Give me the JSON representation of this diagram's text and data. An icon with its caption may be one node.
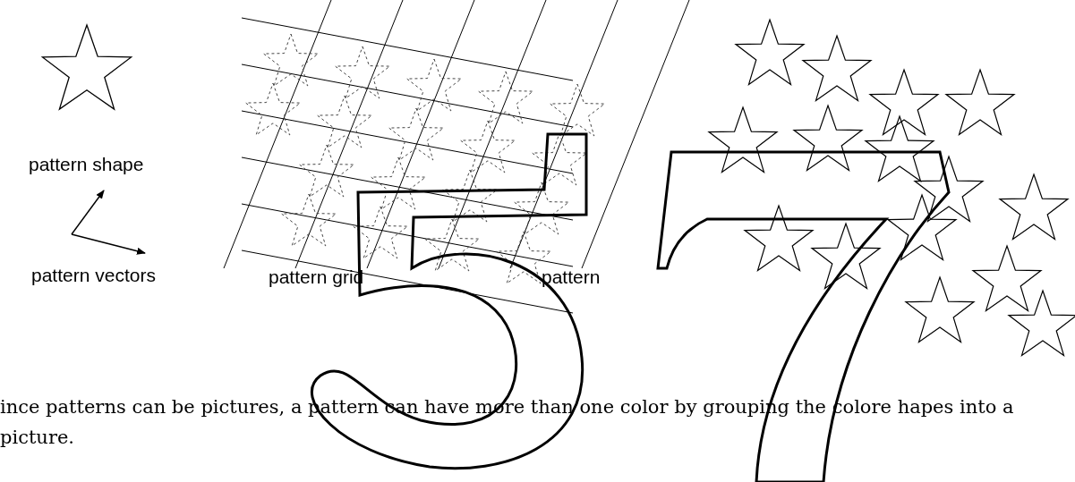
{
  "diagram": {
    "labels": [
      "pattern shape",
      "pattern vectors",
      "pattern grid",
      "pattern",
      "ince patterns can be pictures, a pattern can have more than one color by grouping the colore hapes into a picture."
    ]
  }
}
